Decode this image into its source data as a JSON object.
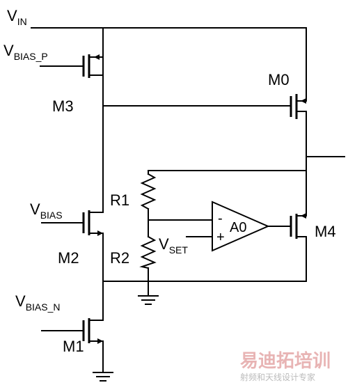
{
  "labels": {
    "vin": {
      "main": "V",
      "sub": "IN"
    },
    "vbias_p": {
      "main": "V",
      "sub": "BIAS_P"
    },
    "vbias": {
      "main": "V",
      "sub": "BIAS"
    },
    "vbias_n": {
      "main": "V",
      "sub": "BIAS_N"
    },
    "vset": {
      "main": "V",
      "sub": "SET"
    },
    "m0": "M0",
    "m1": "M1",
    "m2": "M2",
    "m3": "M3",
    "m4": "M4",
    "r1": "R1",
    "r2": "R2",
    "opamp": "A0",
    "minus": "-",
    "plus": "+"
  },
  "watermark": {
    "line1": "易迪拓培训",
    "line2": "射频和天线设计专家"
  }
}
